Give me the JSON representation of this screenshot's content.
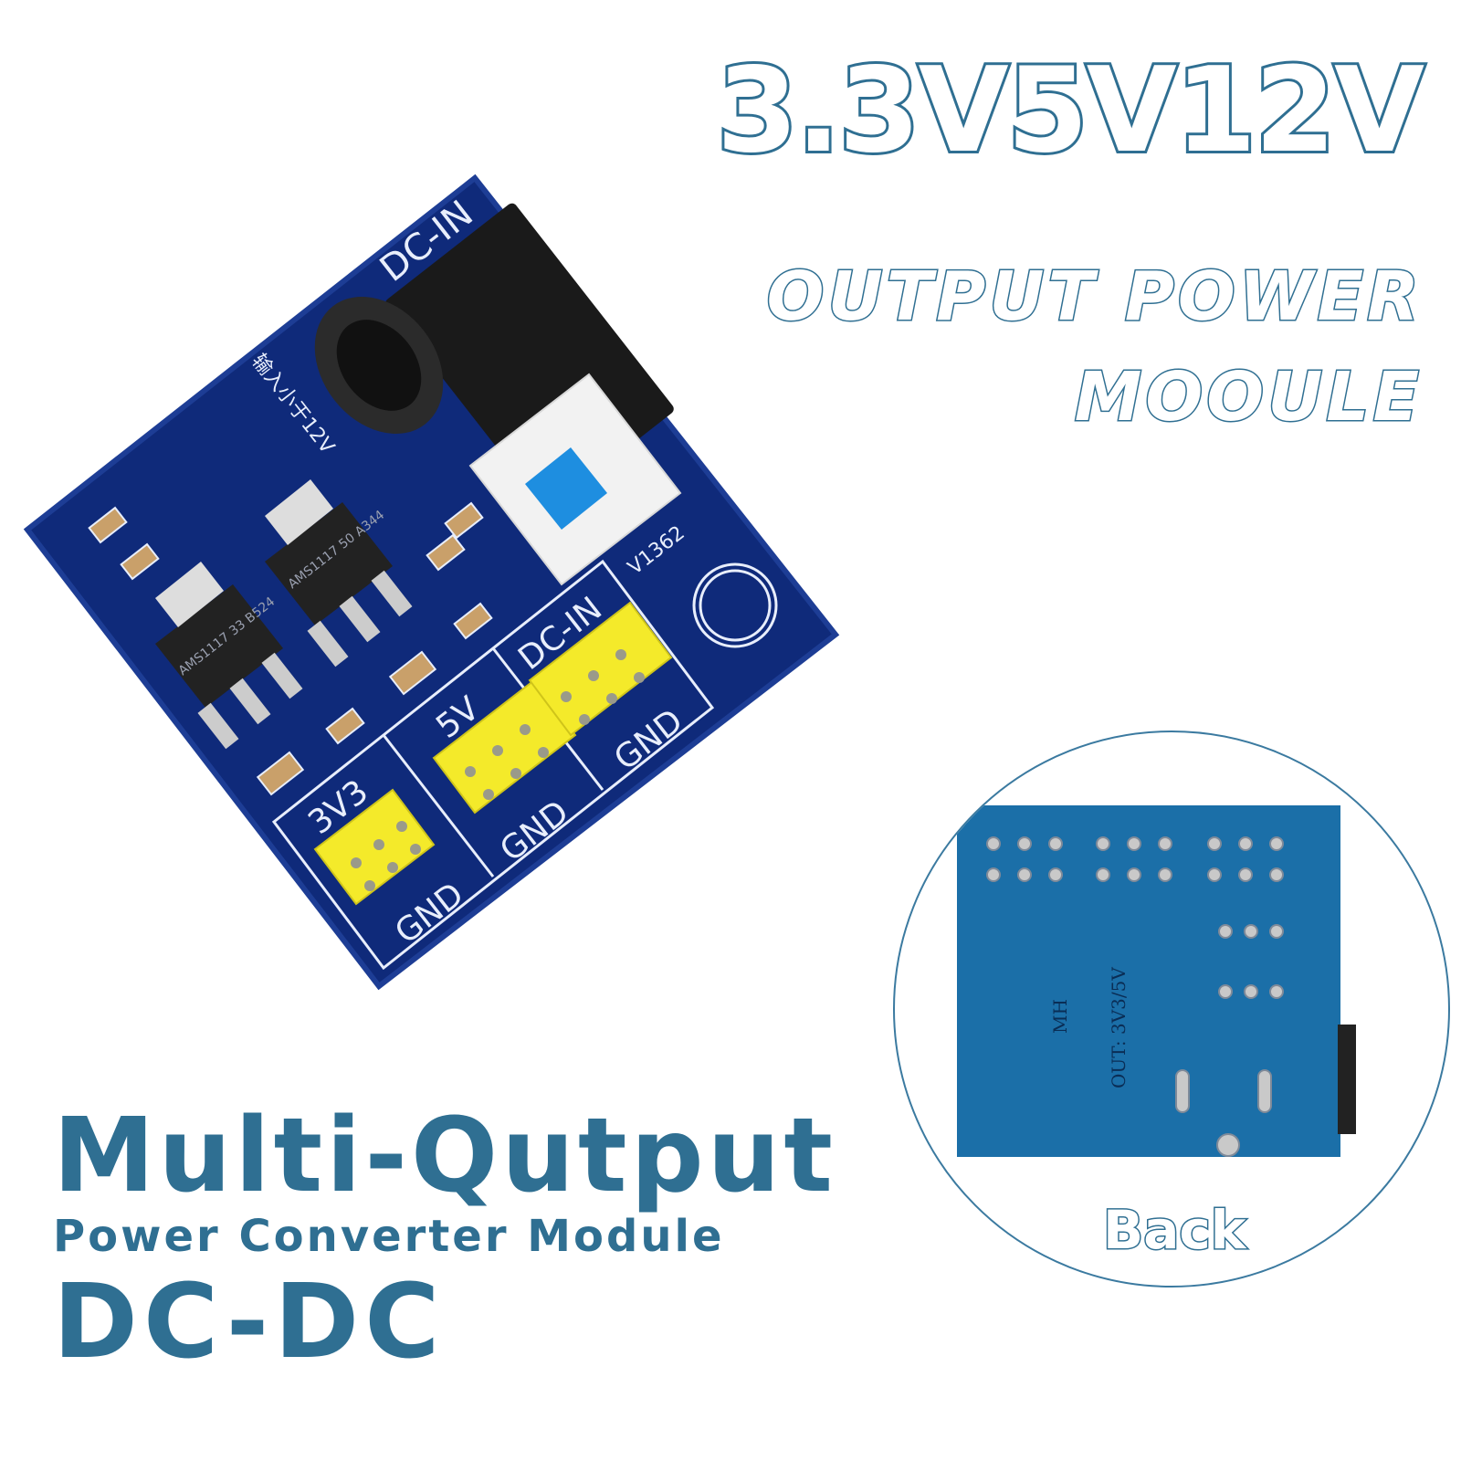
{
  "headline": {
    "voltages": "3.3V5V12V",
    "line1": "OUTPUT POWER",
    "line2": "MOOULE"
  },
  "caption": {
    "title": "Multi-Qutput",
    "subtitle": "Power Converter Module",
    "type": "DC-DC"
  },
  "board_front": {
    "jack_label": "DC-IN",
    "input_note": "输入小于12V",
    "version": "V1362",
    "regulator_1": "AMS1117 33 B524",
    "regulator_2": "AMS1117 50 A344",
    "header_labels": [
      "3V3",
      "5V",
      "DC-IN"
    ],
    "gnd_labels": [
      "GND",
      "GND",
      "GND"
    ]
  },
  "board_back": {
    "label": "Back",
    "silk_1": "MH",
    "silk_2": "OUT: 3V3/5V"
  },
  "colors": {
    "brand_blue": "#2f6f92",
    "pcb_dark": "#0f2a7a",
    "pcb_light": "#1b6fa8",
    "header_yellow": "#f4ea2a"
  }
}
